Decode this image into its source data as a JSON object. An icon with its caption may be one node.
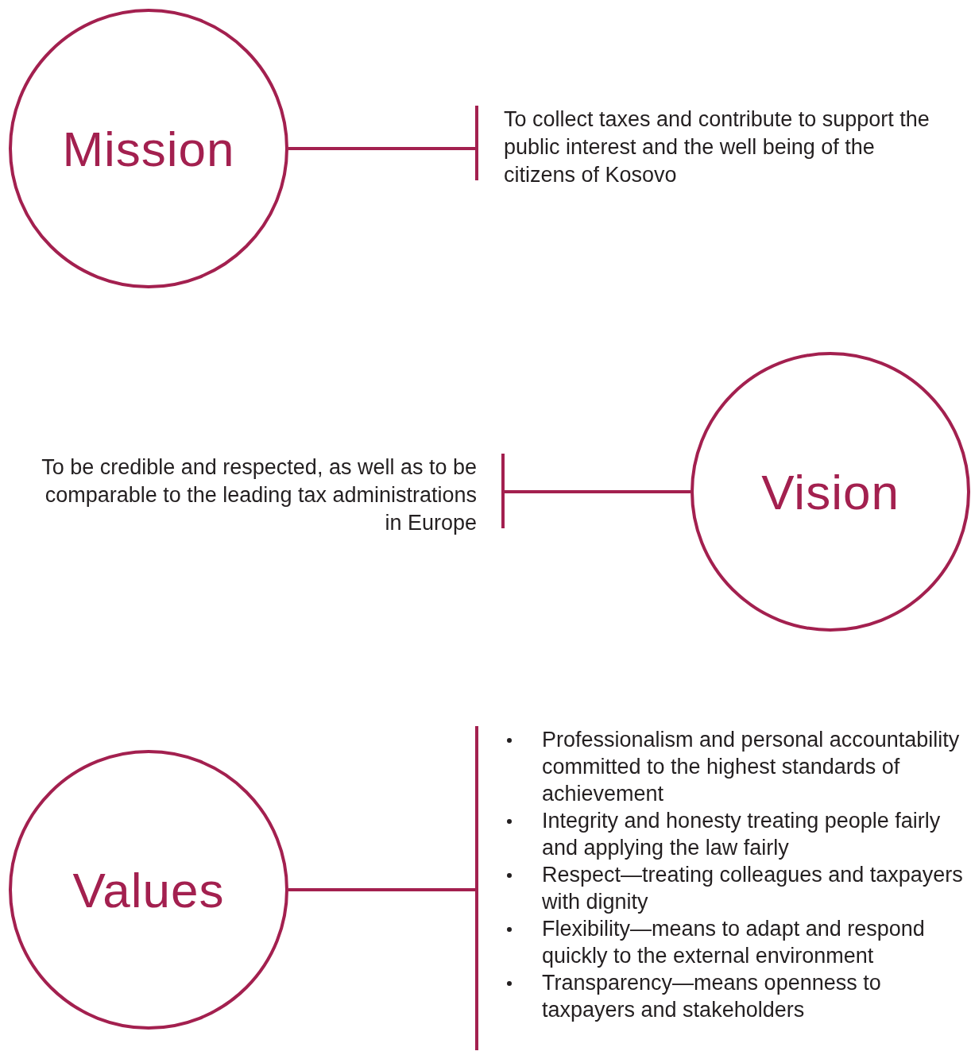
{
  "diagram": {
    "nodes": [
      {
        "text": [
          "Mission"
        ]
      },
      {
        "text": [
          "To collect taxes and contribute to support the public interest and the well being of the citizens of Kosovo"
        ]
      },
      {
        "text": [
          "Vision"
        ]
      },
      {
        "text": [
          "To be credible and respected, as well as to be comparable to the leading tax administrations in Europe"
        ]
      },
      {
        "text": [
          "Values"
        ]
      },
      {
        "text": [
          "Professionalism and personal accountability committed to the highest standards of achievement",
          "Integrity and honesty treating people fairly and applying the law fairly",
          "Respect—treating colleagues and taxpayers with dignity",
          "Flexibility—means to adapt and respond quickly to the external environment",
          "Transparency—means openness to taxpayers and stakeholders"
        ]
      }
    ],
    "edges": [
      {
        "from": 0,
        "to": 1,
        "arrow": "none"
      },
      {
        "from": 2,
        "to": 3,
        "arrow": "none"
      },
      {
        "from": 4,
        "to": 5,
        "arrow": "none"
      }
    ]
  }
}
